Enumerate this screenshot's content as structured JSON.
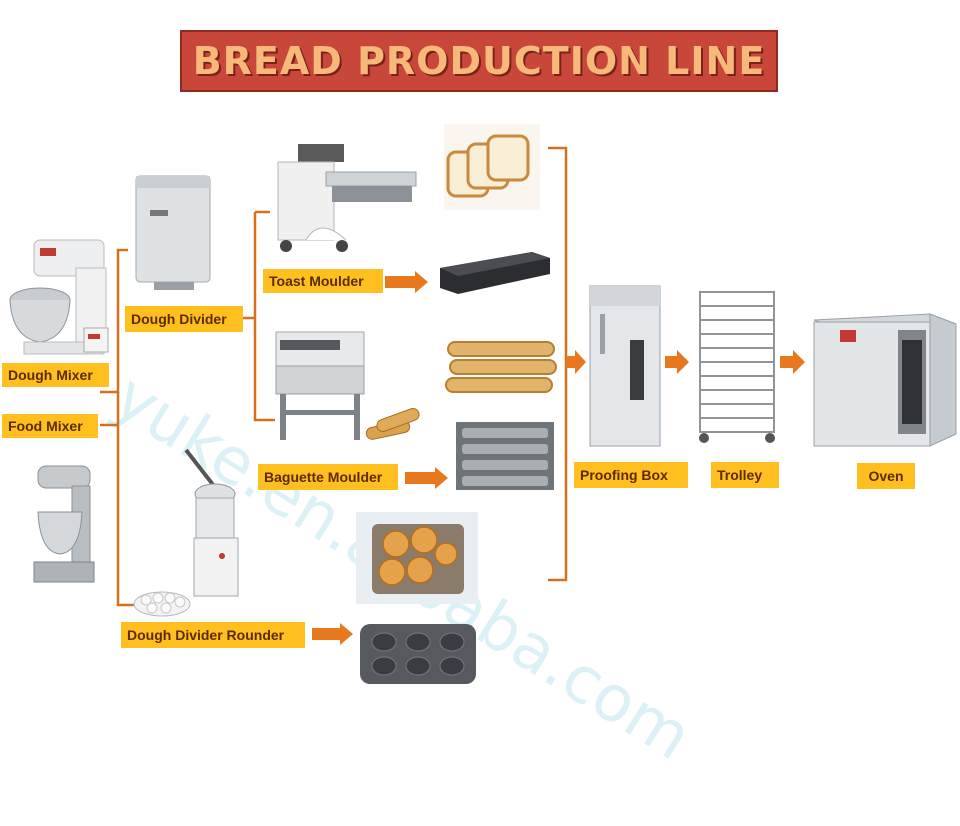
{
  "title": "BREAD PRODUCTION LINE",
  "watermark": "yuke.en.alibaba.com",
  "labels": {
    "dough_mixer": "Dough Mixer",
    "food_mixer": "Food Mixer",
    "dough_divider": "Dough Divider",
    "toast_moulder": "Toast Moulder",
    "baguette_moulder": "Baguette Moulder",
    "dough_divider_rounder": "Dough Divider Rounder",
    "proofing_box": "Proofing Box",
    "trolley": "Trolley",
    "oven": "Oven"
  },
  "colors": {
    "title_bg": "#c8463a",
    "title_text": "#f6b97a",
    "label_bg": "#ffbf1f",
    "connector": "#d4711f",
    "arrow": "#e8781e"
  }
}
